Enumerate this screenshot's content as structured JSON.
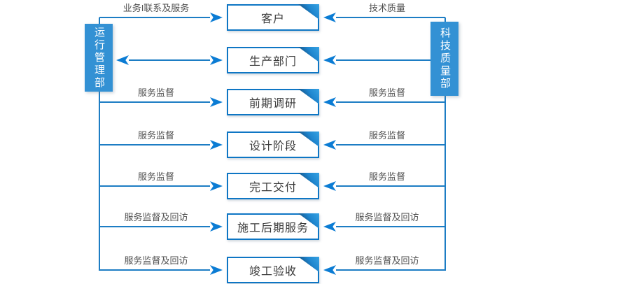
{
  "colors": {
    "bar": "#3391d4",
    "line": "#1d7dc4",
    "arrow": "#0b7cd4",
    "border": "#0e76c4",
    "label": "#4f4f4f"
  },
  "left_department": "运行管理部",
  "right_department": "科技质量部",
  "rows": [
    {
      "box": "客户",
      "left_label": "业务I联系及服务",
      "right_label": "技术质量"
    },
    {
      "box": "生产部门",
      "left_label": "",
      "right_label": ""
    },
    {
      "box": "前期调研",
      "left_label": "服务监督",
      "right_label": "服务监督"
    },
    {
      "box": "设计阶段",
      "left_label": "服务监督",
      "right_label": "服务监督"
    },
    {
      "box": "完工交付",
      "left_label": "服务监督",
      "right_label": "服务监督"
    },
    {
      "box": "施工后期服务",
      "left_label": "服务监督及回访",
      "right_label": "服务监督及回访"
    },
    {
      "box": "竣工验收",
      "left_label": "服务监督及回访",
      "right_label": "服务监督及回访"
    }
  ]
}
